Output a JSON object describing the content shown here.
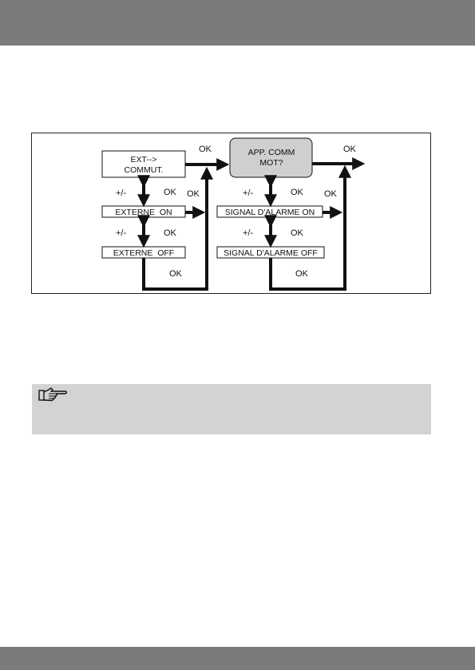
{
  "diagram": {
    "left_column": {
      "head_box_line1": "EXT-->",
      "head_box_line2": "COMMUT.",
      "on_box": "EXTERNE  ON",
      "off_box": "EXTERNE  OFF",
      "ok_top": "OK",
      "ok_right": "OK",
      "ok_step1": "OK",
      "ok_step2": "OK",
      "ok_bottom": "OK",
      "plusminus_1": "+/-",
      "plusminus_2": "+/-"
    },
    "right_column": {
      "head_box_line1": "APP. COMM",
      "head_box_line2": "MOT?",
      "on_box": "SIGNAL D'ALARME ON",
      "off_box": "SIGNAL D'ALARME OFF",
      "ok_top": "OK",
      "ok_right": "OK",
      "ok_step1": "OK",
      "ok_step2": "OK",
      "ok_bottom": "OK",
      "plusminus_1": "+/-",
      "plusminus_2": "+/-"
    },
    "colors": {
      "head_box_fill": "#cfcfcf",
      "line": "#111111"
    }
  },
  "note": {
    "icon": "pointing-hand-icon",
    "background": "#d3d3d3"
  },
  "bars": {
    "color": "#7b7b7b"
  }
}
